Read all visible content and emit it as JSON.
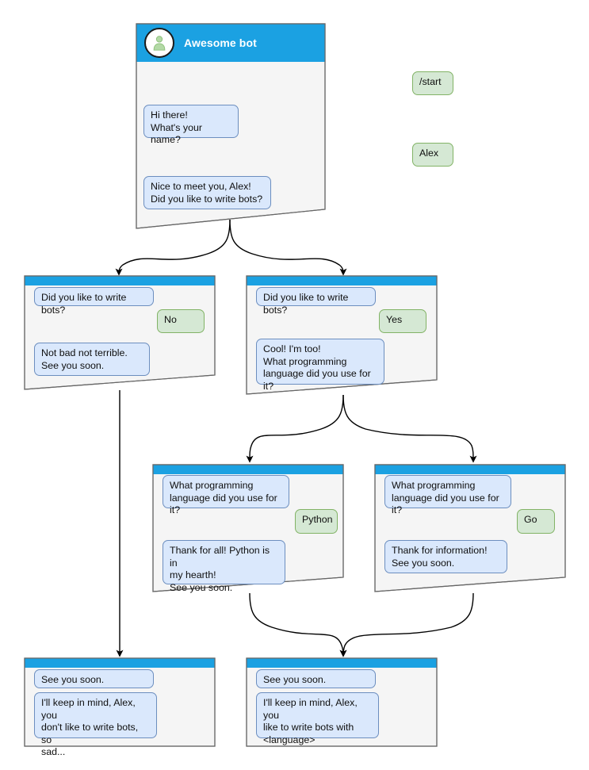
{
  "diagram": {
    "title": "Chatbot conversation flow",
    "colors": {
      "header_blue": "#1ba1e2",
      "window_body": "#f5f5f5",
      "window_border": "#666666",
      "bot_bubble_fill": "#dae8fc",
      "bot_bubble_border": "#6c8ebf",
      "user_bubble_fill": "#d5e8d4",
      "user_bubble_border": "#82b366",
      "edge_stroke": "#000000",
      "avatar_fill": "#b3d9a6"
    }
  },
  "nodes": {
    "root": {
      "id": "root",
      "title": "Awesome bot",
      "avatar_icon": "person-avatar-icon",
      "messages": [
        {
          "role": "user",
          "text": "/start"
        },
        {
          "role": "bot",
          "text": "Hi there!\nWhat's your name?"
        },
        {
          "role": "user",
          "text": "Alex"
        },
        {
          "role": "bot",
          "text": "Nice to meet you, Alex!\nDid you like to write bots?"
        }
      ]
    },
    "no_branch": {
      "id": "no-branch",
      "messages": [
        {
          "role": "bot",
          "text": "Did you like to write bots?"
        },
        {
          "role": "user",
          "text": "No"
        },
        {
          "role": "bot",
          "text": "Not bad not terrible.\nSee you soon."
        }
      ]
    },
    "yes_branch": {
      "id": "yes-branch",
      "messages": [
        {
          "role": "bot",
          "text": "Did you like to write bots?"
        },
        {
          "role": "user",
          "text": "Yes"
        },
        {
          "role": "bot",
          "text": "Cool! I'm too!\nWhat programming\nlanguage did you use for it?"
        }
      ]
    },
    "python_branch": {
      "id": "python-branch",
      "messages": [
        {
          "role": "bot",
          "text": "What programming\nlanguage did you use for it?"
        },
        {
          "role": "user",
          "text": "Python"
        },
        {
          "role": "bot",
          "text": "Thank for all! Python is in\nmy hearth!\nSee you soon."
        }
      ]
    },
    "go_branch": {
      "id": "go-branch",
      "messages": [
        {
          "role": "bot",
          "text": "What programming\nlanguage did you use for it?"
        },
        {
          "role": "user",
          "text": "Go"
        },
        {
          "role": "bot",
          "text": "Thank for information!\nSee you soon."
        }
      ]
    },
    "end_sad": {
      "id": "end-sad",
      "messages": [
        {
          "role": "bot",
          "text": "See you soon."
        },
        {
          "role": "bot",
          "text": "I'll keep in mind, Alex, you\ndon't like to write bots, so\nsad..."
        }
      ]
    },
    "end_happy": {
      "id": "end-happy",
      "messages": [
        {
          "role": "bot",
          "text": "See you soon."
        },
        {
          "role": "bot",
          "text": "I'll keep in mind, Alex, you\nlike to write bots with\n<language>"
        }
      ]
    }
  }
}
